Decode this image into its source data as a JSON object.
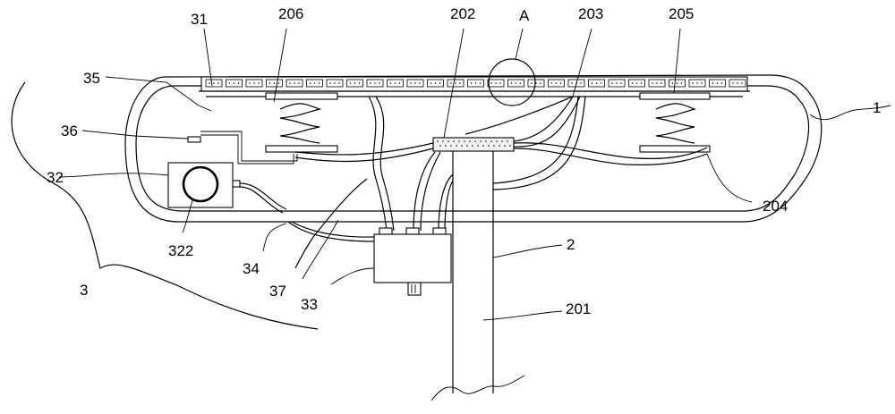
{
  "labels": {
    "l1": "1",
    "l2": "2",
    "l3": "3",
    "l31": "31",
    "l32": "32",
    "l33": "33",
    "l34": "34",
    "l35": "35",
    "l36": "36",
    "l37": "37",
    "l201": "201",
    "l202": "202",
    "l203": "203",
    "l204": "204",
    "l205": "205",
    "l206": "206",
    "l322": "322",
    "lA": "A"
  }
}
